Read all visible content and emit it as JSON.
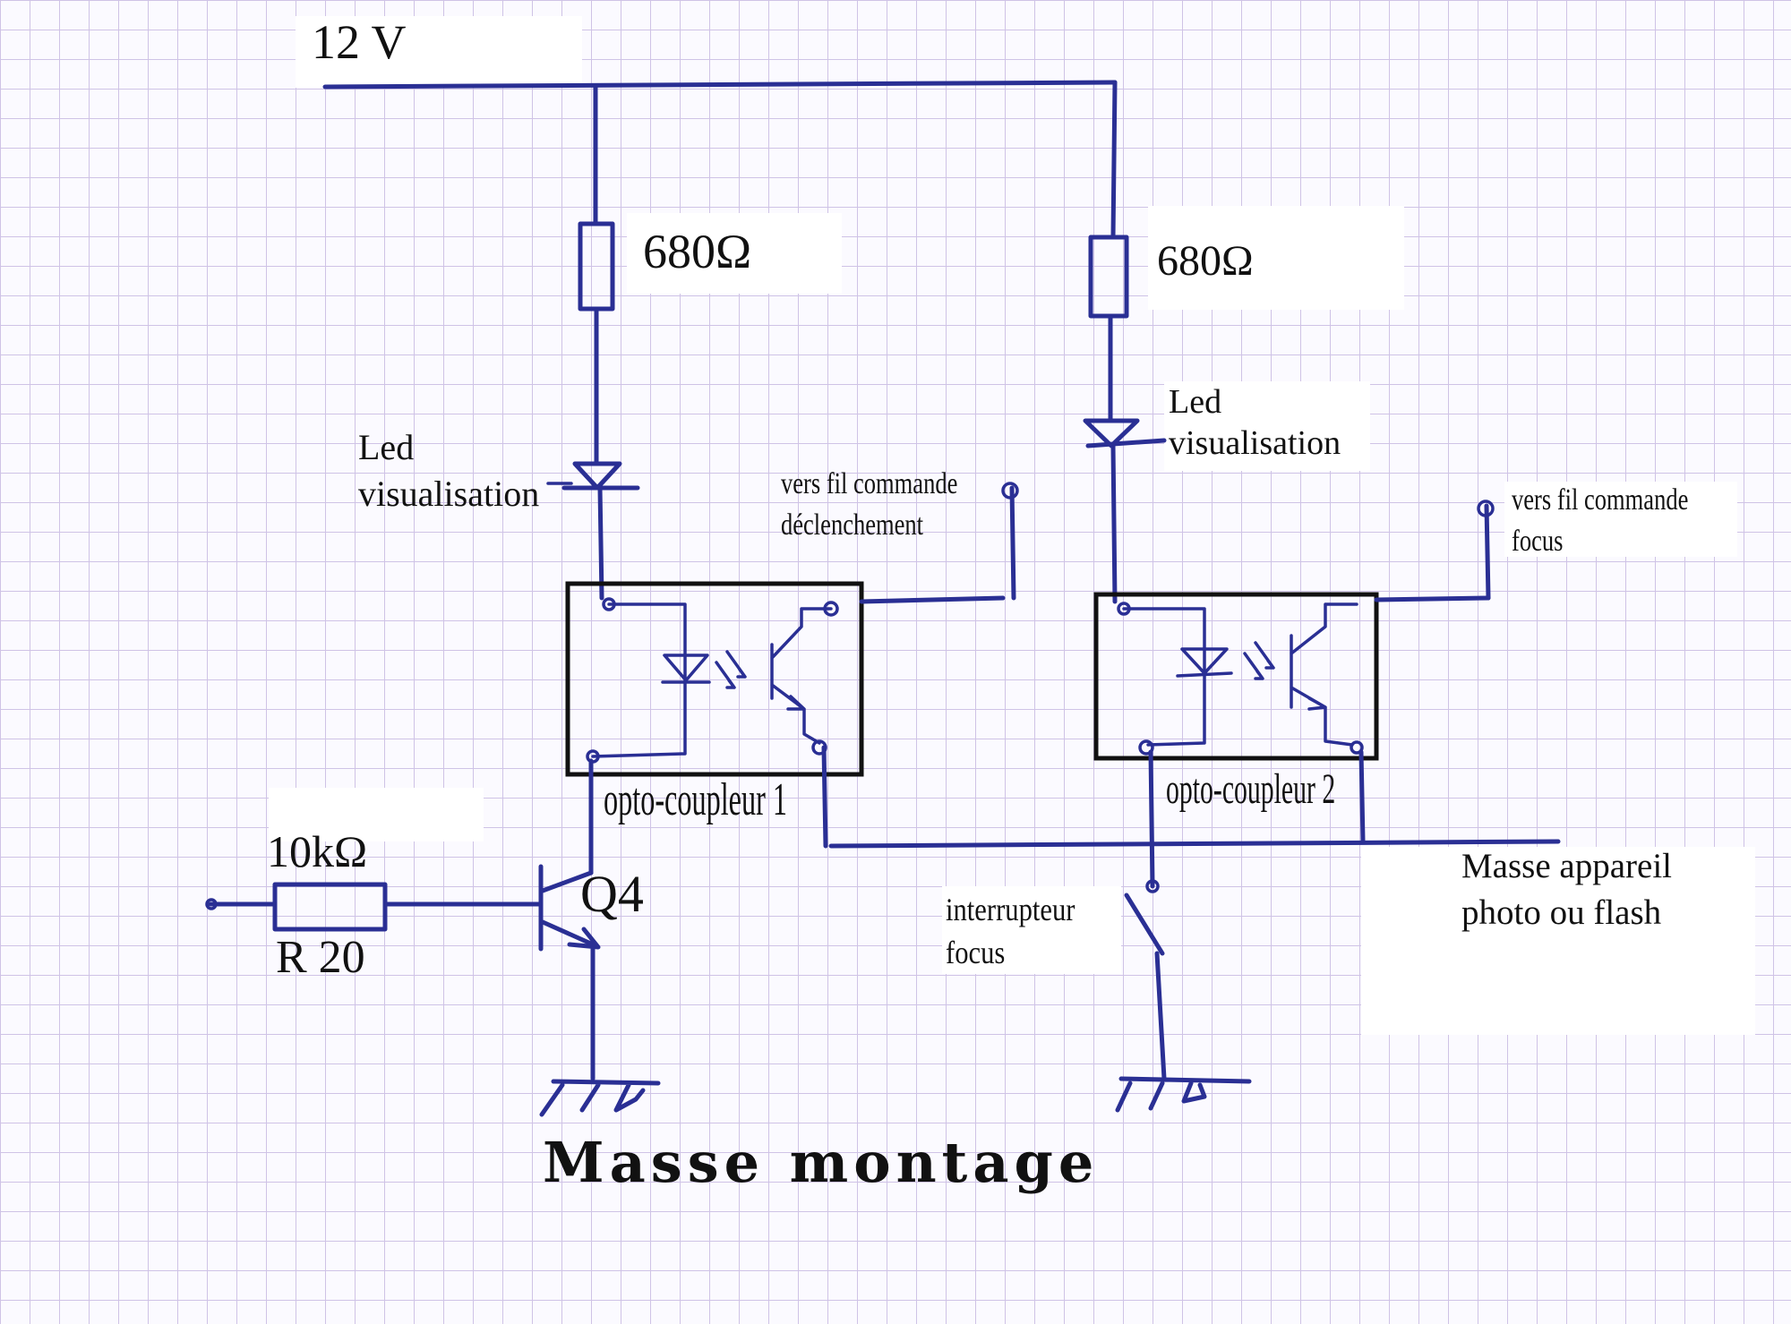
{
  "labels": {
    "supply": "12 V",
    "r1": "680Ω",
    "r2": "680Ω",
    "led1_line1": "Led",
    "led1_line2": "visualisation",
    "led2_line1": "Led",
    "led2_line2": "visualisation",
    "trig_line1": "vers fil commande",
    "trig_line2": "déclenchement",
    "focus_line1": "vers fil commande",
    "focus_line2": "focus",
    "opto1": "opto-coupleur 1",
    "opto2": "opto-coupleur 2",
    "r20_value": "10kΩ",
    "r20_name": "R 20",
    "transistor": "Q4",
    "switch_line1": "interrupteur",
    "switch_line2": "focus",
    "cam_ground_line1": "Masse appareil",
    "cam_ground_line2": "photo ou flash",
    "ground_title": "Masse montage"
  },
  "colors": {
    "ink": "#2a2f94",
    "box": "#111111",
    "grid": "#cfc3e6"
  }
}
